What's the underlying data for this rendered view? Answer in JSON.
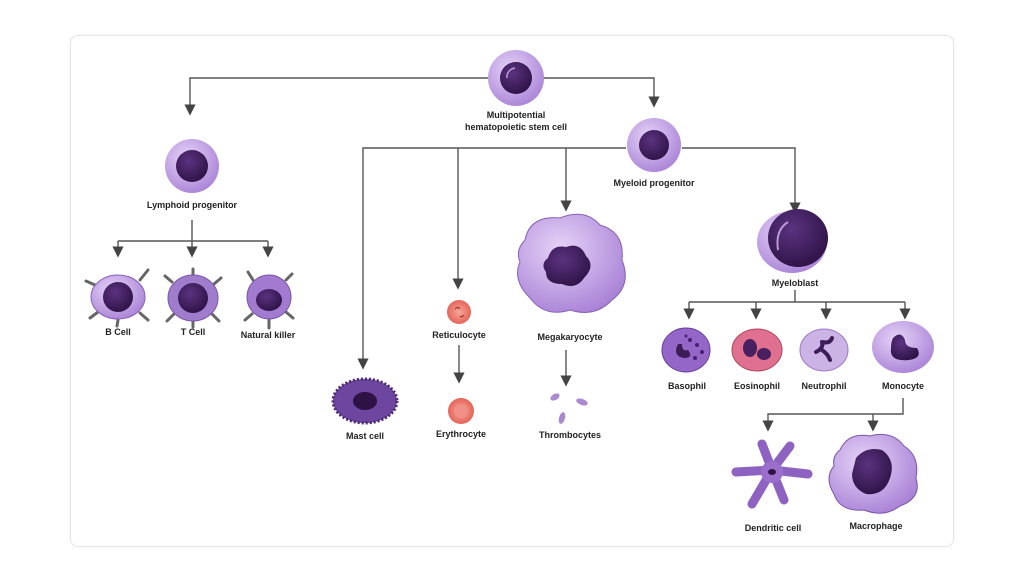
{
  "diagram": {
    "stem_cell": {
      "line1": "Multipotential",
      "line2": "hematopoietic stem cell"
    },
    "lymphoid_progenitor": "Lymphoid progenitor",
    "myeloid_progenitor": "Myeloid progenitor",
    "b_cell": "B Cell",
    "t_cell": "T Cell",
    "natural_killer": "Natural killer",
    "mast_cell": "Mast cell",
    "reticulocyte": "Reticulocyte",
    "erythrocyte": "Erythrocyte",
    "megakaryocyte": "Megakaryocyte",
    "thrombocytes": "Thrombocytes",
    "myeloblast": "Myeloblast",
    "basophil": "Basophil",
    "eosinophil": "Eosinophil",
    "neutrophil": "Neutrophil",
    "monocyte": "Monocyte",
    "dendritic_cell": "Dendritic cell",
    "macrophage": "Macrophage"
  },
  "colors": {
    "cytoplasm": "#c9a8ec",
    "nucleus": "#3d1d57",
    "red_cell": "#ef6f64",
    "eosinophil": "#e0708f"
  }
}
